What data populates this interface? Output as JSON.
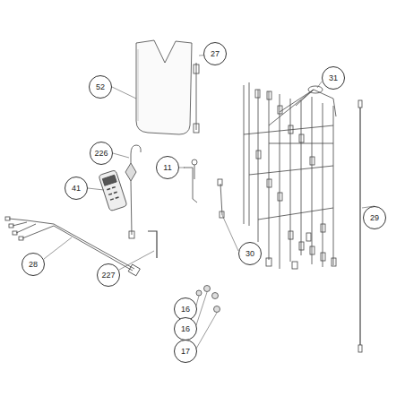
{
  "diagram": {
    "nodes": [
      {
        "text": [
          "27"
        ]
      },
      {
        "text": [
          "52"
        ]
      },
      {
        "text": [
          "31"
        ]
      },
      {
        "text": [
          "226"
        ]
      },
      {
        "text": [
          "11"
        ]
      },
      {
        "text": [
          "41"
        ]
      },
      {
        "text": [
          "29"
        ]
      },
      {
        "text": [
          "28"
        ]
      },
      {
        "text": [
          "30"
        ]
      },
      {
        "text": [
          "227"
        ]
      },
      {
        "text": [
          "16"
        ]
      },
      {
        "text": [
          "16"
        ]
      },
      {
        "text": [
          "17"
        ]
      }
    ],
    "edges": []
  }
}
